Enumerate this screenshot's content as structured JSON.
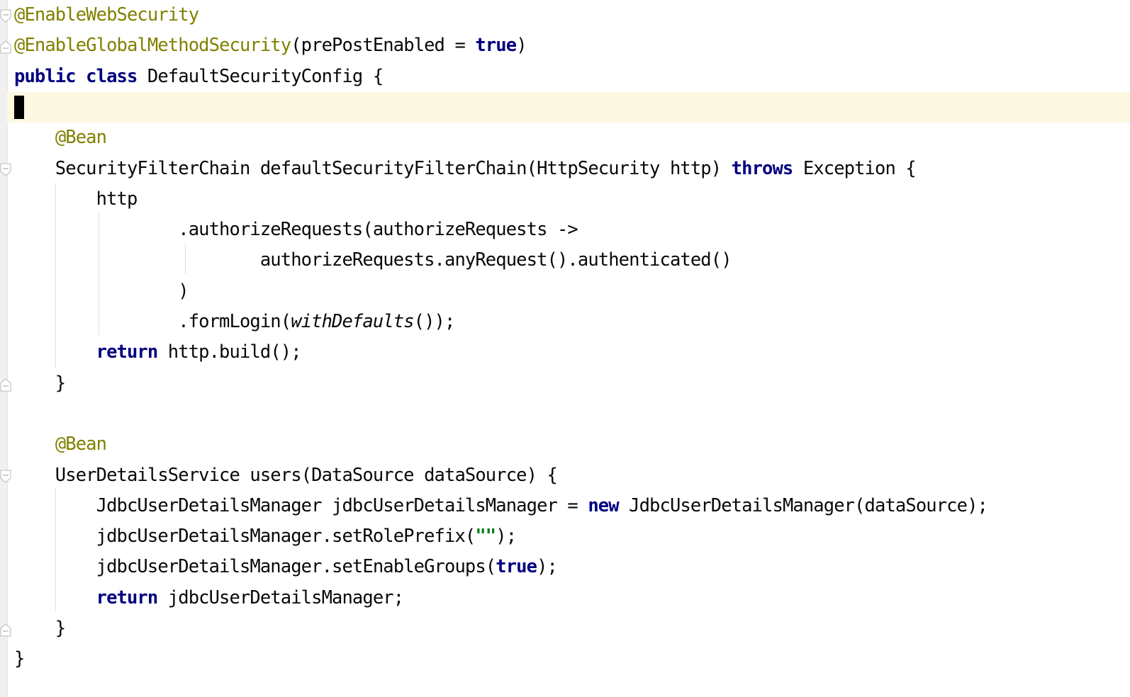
{
  "editor": {
    "language": "java",
    "lines": [
      {
        "segments": [
          {
            "t": "@EnableWebSecurity",
            "c": "ann"
          }
        ]
      },
      {
        "segments": [
          {
            "t": "@EnableGlobalMethodSecurity",
            "c": "ann"
          },
          {
            "t": "(prePostEnabled = "
          },
          {
            "t": "true",
            "c": "kw"
          },
          {
            "t": ")"
          }
        ]
      },
      {
        "segments": [
          {
            "t": "public",
            "c": "kw"
          },
          {
            "t": " "
          },
          {
            "t": "class",
            "c": "kw"
          },
          {
            "t": " DefaultSecurityConfig {"
          }
        ]
      },
      {
        "segments": [],
        "caret": true,
        "current": true
      },
      {
        "segments": [
          {
            "t": "    "
          },
          {
            "t": "@Bean",
            "c": "ann"
          }
        ]
      },
      {
        "segments": [
          {
            "t": "    SecurityFilterChain defaultSecurityFilterChain(HttpSecurity http) "
          },
          {
            "t": "throws",
            "c": "kw"
          },
          {
            "t": " Exception {"
          }
        ]
      },
      {
        "segments": [
          {
            "t": "        http"
          }
        ]
      },
      {
        "segments": [
          {
            "t": "                .authorizeRequests(authorizeRequests ->"
          }
        ]
      },
      {
        "segments": [
          {
            "t": "                        authorizeRequests.anyRequest().authenticated()"
          }
        ]
      },
      {
        "segments": [
          {
            "t": "                )"
          }
        ]
      },
      {
        "segments": [
          {
            "t": "                .formLogin("
          },
          {
            "t": "withDefaults",
            "c": "it"
          },
          {
            "t": "());"
          }
        ]
      },
      {
        "segments": [
          {
            "t": "        "
          },
          {
            "t": "return",
            "c": "kw"
          },
          {
            "t": " http.build();"
          }
        ]
      },
      {
        "segments": [
          {
            "t": "    }"
          }
        ]
      },
      {
        "segments": []
      },
      {
        "segments": [
          {
            "t": "    "
          },
          {
            "t": "@Bean",
            "c": "ann"
          }
        ]
      },
      {
        "segments": [
          {
            "t": "    UserDetailsService users(DataSource dataSource) {"
          }
        ]
      },
      {
        "segments": [
          {
            "t": "        JdbcUserDetailsManager jdbcUserDetailsManager = "
          },
          {
            "t": "new",
            "c": "kw"
          },
          {
            "t": " JdbcUserDetailsManager(dataSource);"
          }
        ]
      },
      {
        "segments": [
          {
            "t": "        jdbcUserDetailsManager.setRolePrefix("
          },
          {
            "t": "\"\"",
            "c": "str"
          },
          {
            "t": ");"
          }
        ]
      },
      {
        "segments": [
          {
            "t": "        jdbcUserDetailsManager.setEnableGroups("
          },
          {
            "t": "true",
            "c": "kw"
          },
          {
            "t": ");"
          }
        ]
      },
      {
        "segments": [
          {
            "t": "        "
          },
          {
            "t": "return",
            "c": "kw"
          },
          {
            "t": " jdbcUserDetailsManager;"
          }
        ]
      },
      {
        "segments": [
          {
            "t": "    }"
          }
        ]
      },
      {
        "segments": [
          {
            "t": "}"
          }
        ]
      }
    ],
    "fold_markers": [
      {
        "line": 0,
        "type": "start"
      },
      {
        "line": 1,
        "type": "end"
      },
      {
        "line": 5,
        "type": "start"
      },
      {
        "line": 12,
        "type": "end"
      },
      {
        "line": 15,
        "type": "start"
      },
      {
        "line": 20,
        "type": "end"
      }
    ],
    "colors": {
      "annotation": "#808000",
      "keyword": "#000080",
      "string": "#067d17",
      "current_line": "#fdf8e1",
      "text": "#080808"
    }
  }
}
